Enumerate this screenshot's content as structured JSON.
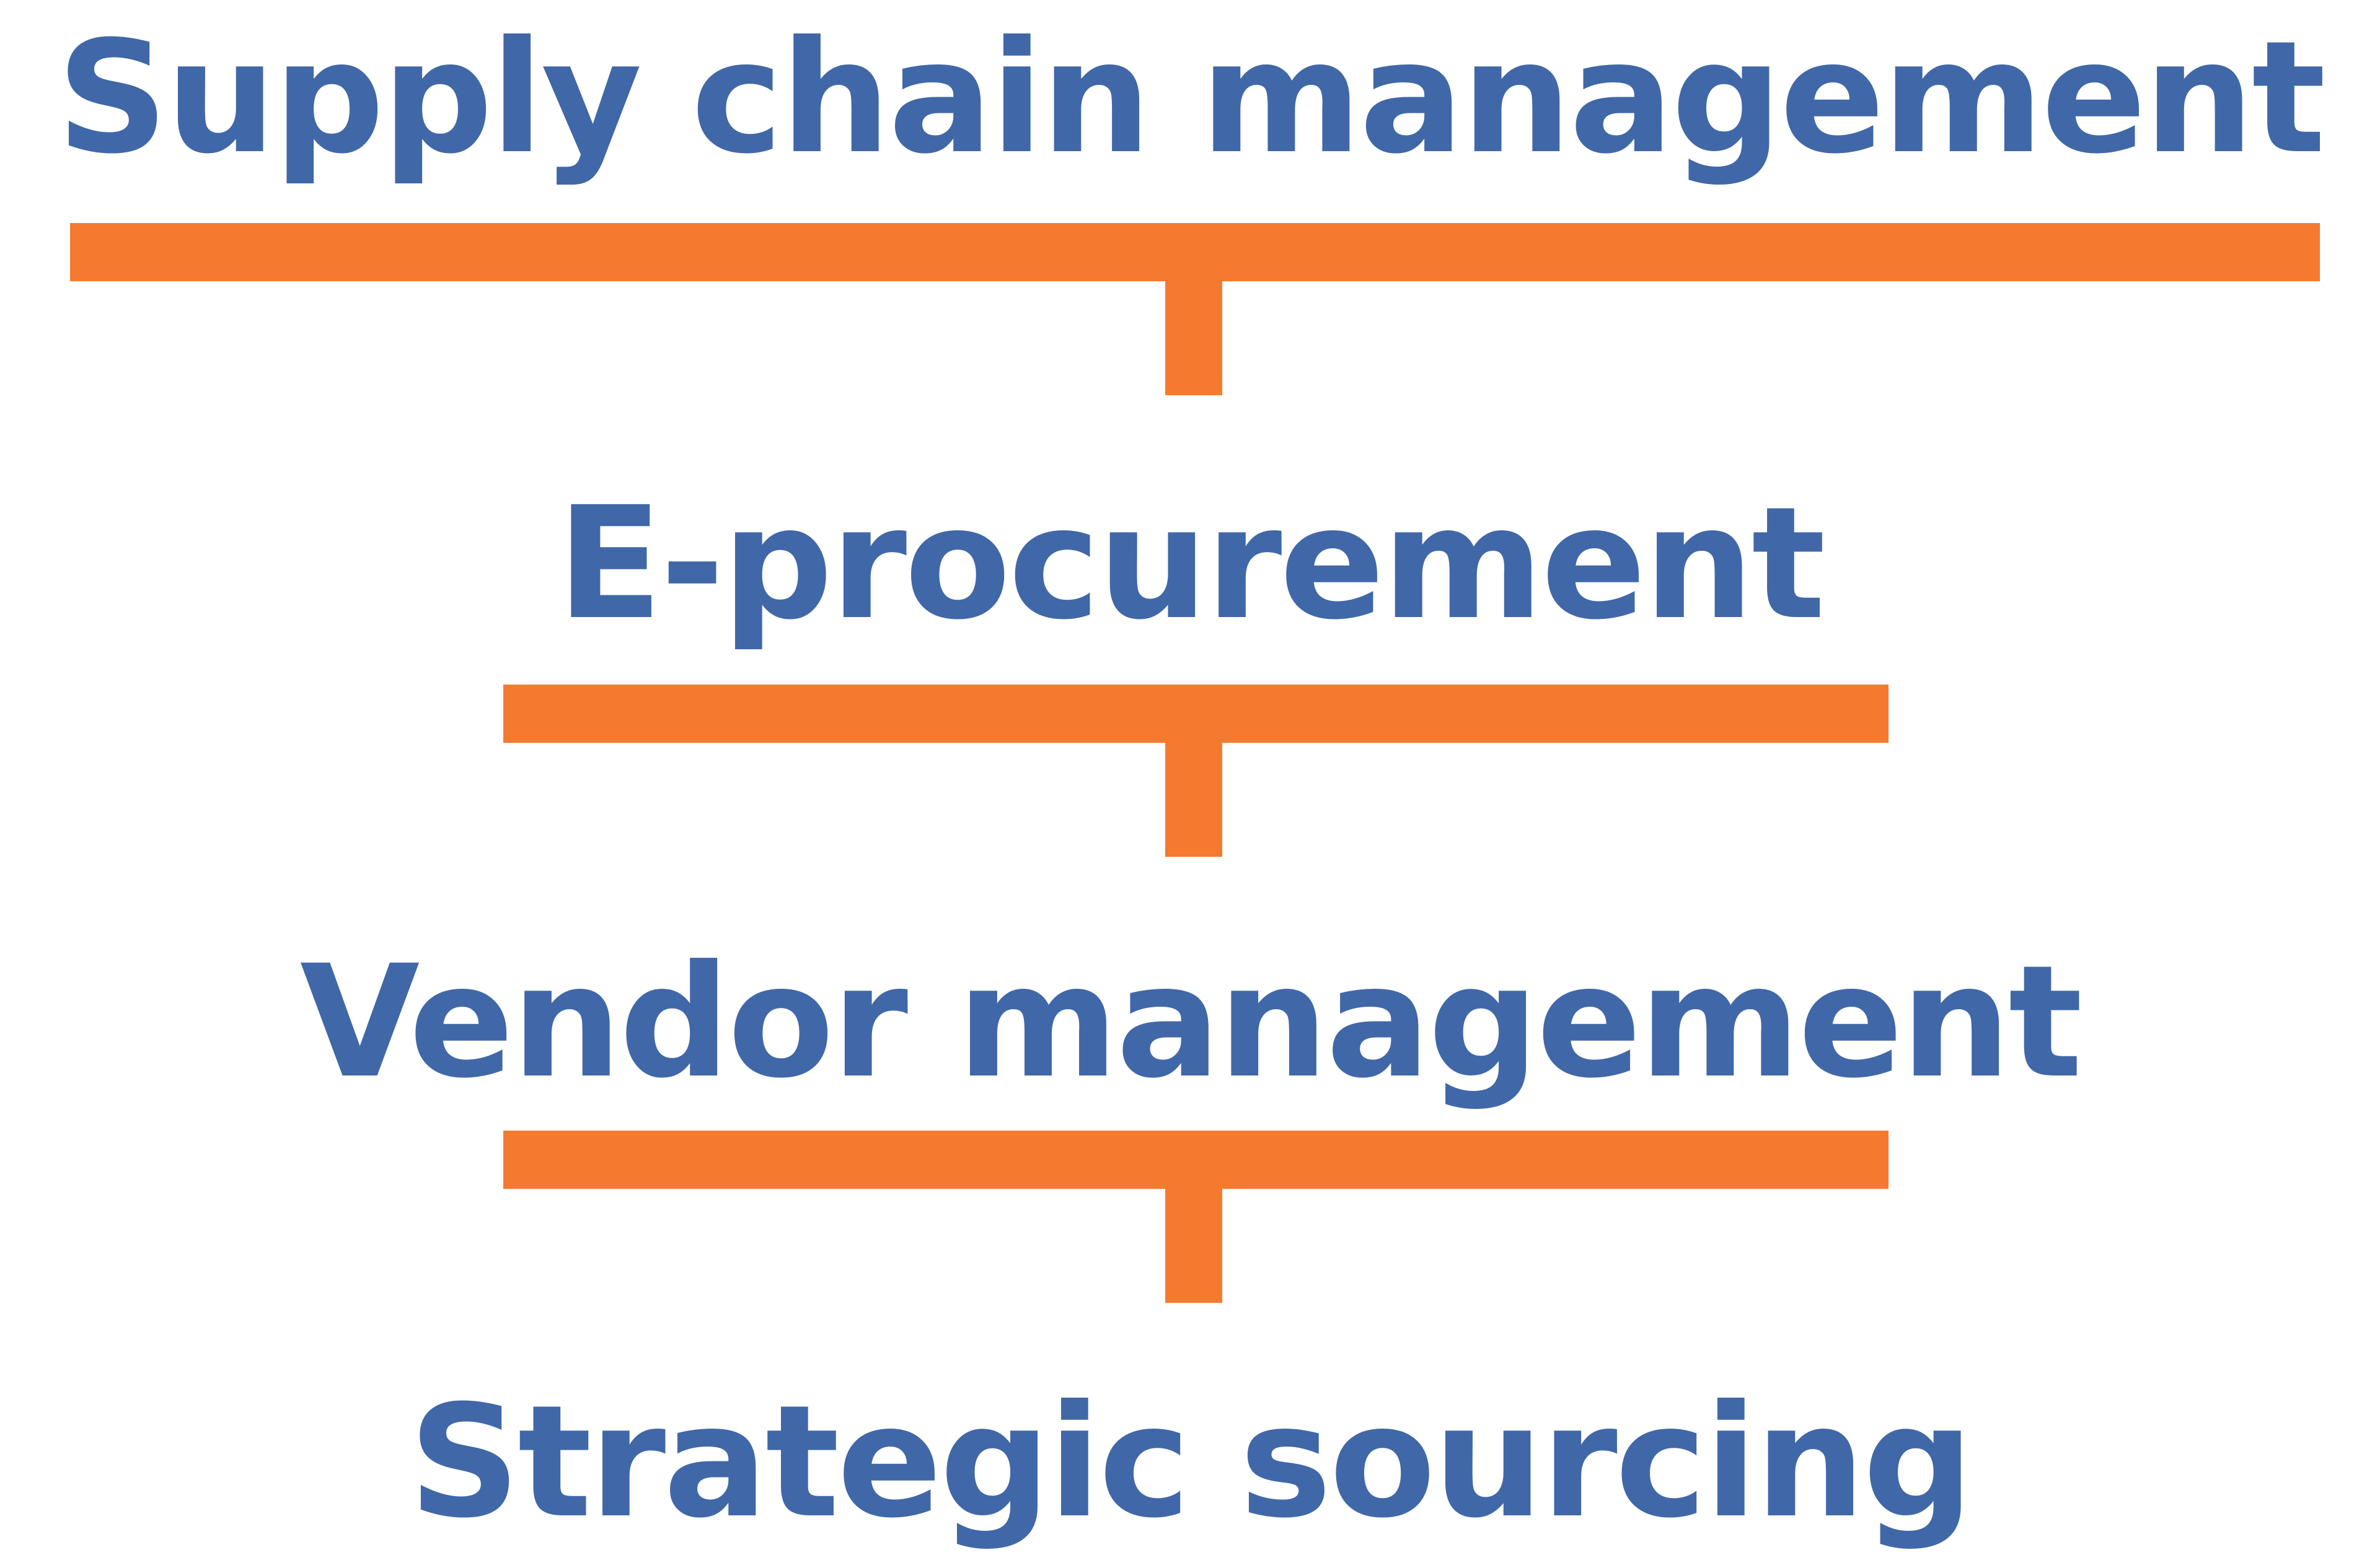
{
  "colors": {
    "text": "#4068A8",
    "connector": "#F47A2F",
    "background": "#FFFFFF"
  },
  "levels": [
    {
      "label": "Supply chain management"
    },
    {
      "label": "E-procurement"
    },
    {
      "label": "Vendor management"
    },
    {
      "label": "Strategic sourcing"
    }
  ]
}
